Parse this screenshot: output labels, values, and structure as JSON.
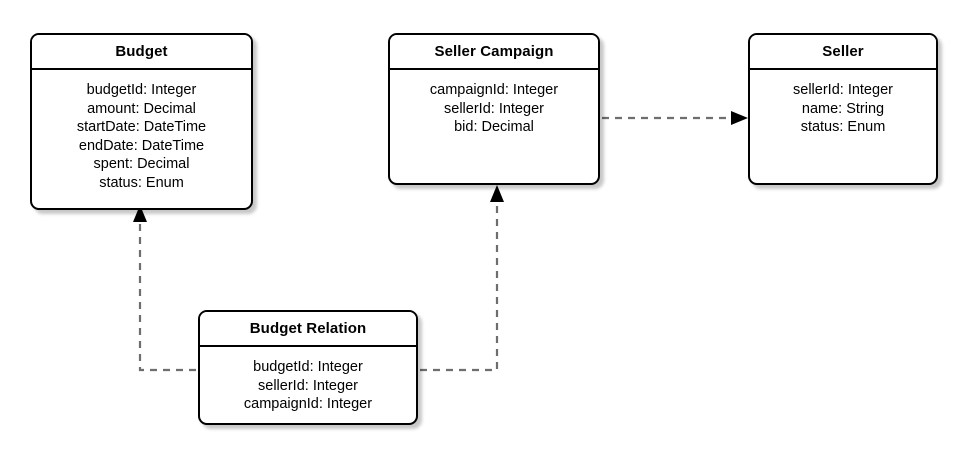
{
  "diagram": {
    "type": "class-diagram",
    "title": "Budget / Seller Campaign entity relationship diagram",
    "background_color": "#ffffff",
    "border_color": "#000000",
    "connector_color": "#6e6e6e",
    "arrowhead_color": "#000000"
  },
  "entities": [
    {
      "id": "budget",
      "name": "Budget",
      "attributes": [
        "budgetId: Integer",
        "amount: Decimal",
        "startDate: DateTime",
        "endDate: DateTime",
        "spent: Decimal",
        "status: Enum"
      ]
    },
    {
      "id": "seller-campaign",
      "name": "Seller Campaign",
      "attributes": [
        "campaignId: Integer",
        "sellerId: Integer",
        "bid: Decimal"
      ]
    },
    {
      "id": "seller",
      "name": "Seller",
      "attributes": [
        "sellerId: Integer",
        "name: String",
        "status: Enum"
      ]
    },
    {
      "id": "budget-relation",
      "name": "Budget Relation",
      "attributes": [
        "budgetId: Integer",
        "sellerId: Integer",
        "campaignId: Integer"
      ]
    }
  ],
  "connectors": [
    {
      "id": "campaign-to-seller",
      "from": "seller-campaign",
      "to": "seller",
      "style": "dashed",
      "arrowhead": "filled-triangle",
      "direction": "right"
    },
    {
      "id": "relation-to-budget",
      "from": "budget-relation",
      "to": "budget",
      "style": "dashed",
      "arrowhead": "filled-triangle",
      "direction": "up"
    },
    {
      "id": "relation-to-campaign",
      "from": "budget-relation",
      "to": "seller-campaign",
      "style": "dashed",
      "arrowhead": "filled-triangle",
      "direction": "up"
    }
  ]
}
